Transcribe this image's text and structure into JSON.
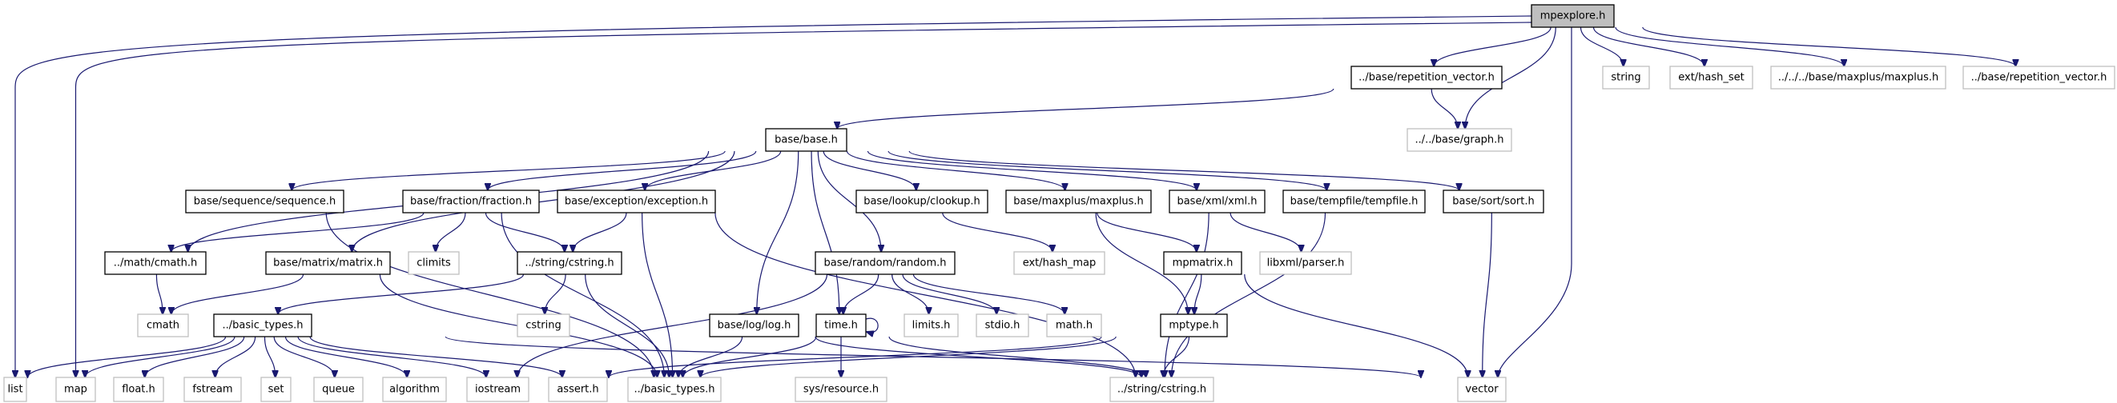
{
  "title": "mpexplore.h include dependency graph",
  "colors": {
    "edge": "#191970",
    "root_fill": "#bfbfbf",
    "ext_border": "#bfbfbf",
    "node_border": "#000000"
  },
  "nodes": [
    {
      "id": "mpexplore",
      "label": "mpexplore.h",
      "kind": "root"
    },
    {
      "id": "repvec1",
      "label": "../base/repetition_vector.h",
      "kind": "doc"
    },
    {
      "id": "string",
      "label": "string",
      "kind": "ext"
    },
    {
      "id": "hash_set",
      "label": "ext/hash_set",
      "kind": "ext"
    },
    {
      "id": "maxplus_ext",
      "label": "../../../base/maxplus/maxplus.h",
      "kind": "ext"
    },
    {
      "id": "repvec2",
      "label": "../base/repetition_vector.h",
      "kind": "ext"
    },
    {
      "id": "base",
      "label": "base/base.h",
      "kind": "doc"
    },
    {
      "id": "graph",
      "label": "../../base/graph.h",
      "kind": "ext"
    },
    {
      "id": "sequence",
      "label": "base/sequence/sequence.h",
      "kind": "doc"
    },
    {
      "id": "fraction",
      "label": "base/fraction/fraction.h",
      "kind": "doc"
    },
    {
      "id": "exception",
      "label": "base/exception/exception.h",
      "kind": "doc"
    },
    {
      "id": "clookup",
      "label": "base/lookup/clookup.h",
      "kind": "doc"
    },
    {
      "id": "maxplus",
      "label": "base/maxplus/maxplus.h",
      "kind": "doc"
    },
    {
      "id": "xml",
      "label": "base/xml/xml.h",
      "kind": "doc"
    },
    {
      "id": "tempfile",
      "label": "base/tempfile/tempfile.h",
      "kind": "doc"
    },
    {
      "id": "sort",
      "label": "base/sort/sort.h",
      "kind": "doc"
    },
    {
      "id": "mathcmath",
      "label": "../math/cmath.h",
      "kind": "doc"
    },
    {
      "id": "matrix",
      "label": "base/matrix/matrix.h",
      "kind": "doc"
    },
    {
      "id": "climits",
      "label": "climits",
      "kind": "ext"
    },
    {
      "id": "strcstring1",
      "label": "../string/cstring.h",
      "kind": "doc"
    },
    {
      "id": "random",
      "label": "base/random/random.h",
      "kind": "doc"
    },
    {
      "id": "hash_map",
      "label": "ext/hash_map",
      "kind": "ext"
    },
    {
      "id": "mpmatrix",
      "label": "mpmatrix.h",
      "kind": "doc"
    },
    {
      "id": "libxml",
      "label": "libxml/parser.h",
      "kind": "ext"
    },
    {
      "id": "cmath",
      "label": "cmath",
      "kind": "ext"
    },
    {
      "id": "basictypes1",
      "label": "../basic_types.h",
      "kind": "doc"
    },
    {
      "id": "cstring",
      "label": "cstring",
      "kind": "ext"
    },
    {
      "id": "log",
      "label": "base/log/log.h",
      "kind": "doc"
    },
    {
      "id": "time",
      "label": "time.h",
      "kind": "doc"
    },
    {
      "id": "limits",
      "label": "limits.h",
      "kind": "ext"
    },
    {
      "id": "stdio",
      "label": "stdio.h",
      "kind": "ext"
    },
    {
      "id": "math",
      "label": "math.h",
      "kind": "ext"
    },
    {
      "id": "mptype",
      "label": "mptype.h",
      "kind": "doc"
    },
    {
      "id": "list",
      "label": "list",
      "kind": "ext"
    },
    {
      "id": "map",
      "label": "map",
      "kind": "ext"
    },
    {
      "id": "float",
      "label": "float.h",
      "kind": "ext"
    },
    {
      "id": "fstream",
      "label": "fstream",
      "kind": "ext"
    },
    {
      "id": "set",
      "label": "set",
      "kind": "ext"
    },
    {
      "id": "queue",
      "label": "queue",
      "kind": "ext"
    },
    {
      "id": "algorithm",
      "label": "algorithm",
      "kind": "ext"
    },
    {
      "id": "iostream",
      "label": "iostream",
      "kind": "ext"
    },
    {
      "id": "assert",
      "label": "assert.h",
      "kind": "ext"
    },
    {
      "id": "basictypes2",
      "label": "../basic_types.h",
      "kind": "ext"
    },
    {
      "id": "sysresource",
      "label": "sys/resource.h",
      "kind": "ext"
    },
    {
      "id": "strcstring2",
      "label": "../string/cstring.h",
      "kind": "ext"
    },
    {
      "id": "vector",
      "label": "vector",
      "kind": "ext"
    }
  ],
  "edges": [
    [
      "mpexplore",
      "repvec1"
    ],
    [
      "mpexplore",
      "graph"
    ],
    [
      "mpexplore",
      "string"
    ],
    [
      "mpexplore",
      "hash_set"
    ],
    [
      "mpexplore",
      "maxplus_ext"
    ],
    [
      "mpexplore",
      "repvec2"
    ],
    [
      "mpexplore",
      "list"
    ],
    [
      "mpexplore",
      "map"
    ],
    [
      "mpexplore",
      "vector"
    ],
    [
      "repvec1",
      "base"
    ],
    [
      "repvec1",
      "graph"
    ],
    [
      "base",
      "sequence"
    ],
    [
      "base",
      "fraction"
    ],
    [
      "base",
      "exception"
    ],
    [
      "base",
      "clookup"
    ],
    [
      "base",
      "maxplus"
    ],
    [
      "base",
      "xml"
    ],
    [
      "base",
      "tempfile"
    ],
    [
      "base",
      "sort"
    ],
    [
      "base",
      "mathcmath"
    ],
    [
      "base",
      "matrix"
    ],
    [
      "base",
      "random"
    ],
    [
      "base",
      "log"
    ],
    [
      "base",
      "time"
    ],
    [
      "sequence",
      "basictypes2"
    ],
    [
      "fraction",
      "mathcmath"
    ],
    [
      "fraction",
      "climits"
    ],
    [
      "fraction",
      "strcstring1"
    ],
    [
      "fraction",
      "basictypes2"
    ],
    [
      "exception",
      "strcstring1"
    ],
    [
      "exception",
      "basictypes2"
    ],
    [
      "exception",
      "strcstring2"
    ],
    [
      "clookup",
      "hash_map"
    ],
    [
      "maxplus",
      "mpmatrix"
    ],
    [
      "maxplus",
      "mptype"
    ],
    [
      "xml",
      "libxml"
    ],
    [
      "xml",
      "strcstring2"
    ],
    [
      "tempfile",
      "strcstring2"
    ],
    [
      "sort",
      "vector"
    ],
    [
      "mathcmath",
      "cmath"
    ],
    [
      "matrix",
      "cmath"
    ],
    [
      "matrix",
      "basictypes2"
    ],
    [
      "strcstring1",
      "basictypes1"
    ],
    [
      "strcstring1",
      "cstring"
    ],
    [
      "strcstring1",
      "basictypes2"
    ],
    [
      "random",
      "time"
    ],
    [
      "random",
      "limits"
    ],
    [
      "random",
      "stdio"
    ],
    [
      "random",
      "math"
    ],
    [
      "random",
      "iostream"
    ],
    [
      "mpmatrix",
      "mptype"
    ],
    [
      "mpmatrix",
      "vector"
    ],
    [
      "basictypes1",
      "list"
    ],
    [
      "basictypes1",
      "map"
    ],
    [
      "basictypes1",
      "float"
    ],
    [
      "basictypes1",
      "fstream"
    ],
    [
      "basictypes1",
      "set"
    ],
    [
      "basictypes1",
      "queue"
    ],
    [
      "basictypes1",
      "algorithm"
    ],
    [
      "basictypes1",
      "iostream"
    ],
    [
      "basictypes1",
      "assert"
    ],
    [
      "basictypes1",
      "vector"
    ],
    [
      "log",
      "basictypes2"
    ],
    [
      "log",
      "strcstring2"
    ],
    [
      "time",
      "time"
    ],
    [
      "time",
      "basictypes2"
    ],
    [
      "time",
      "sysresource"
    ],
    [
      "time",
      "strcstring2"
    ],
    [
      "mptype",
      "assert"
    ],
    [
      "mptype",
      "basictypes2"
    ],
    [
      "mptype",
      "strcstring2"
    ]
  ]
}
